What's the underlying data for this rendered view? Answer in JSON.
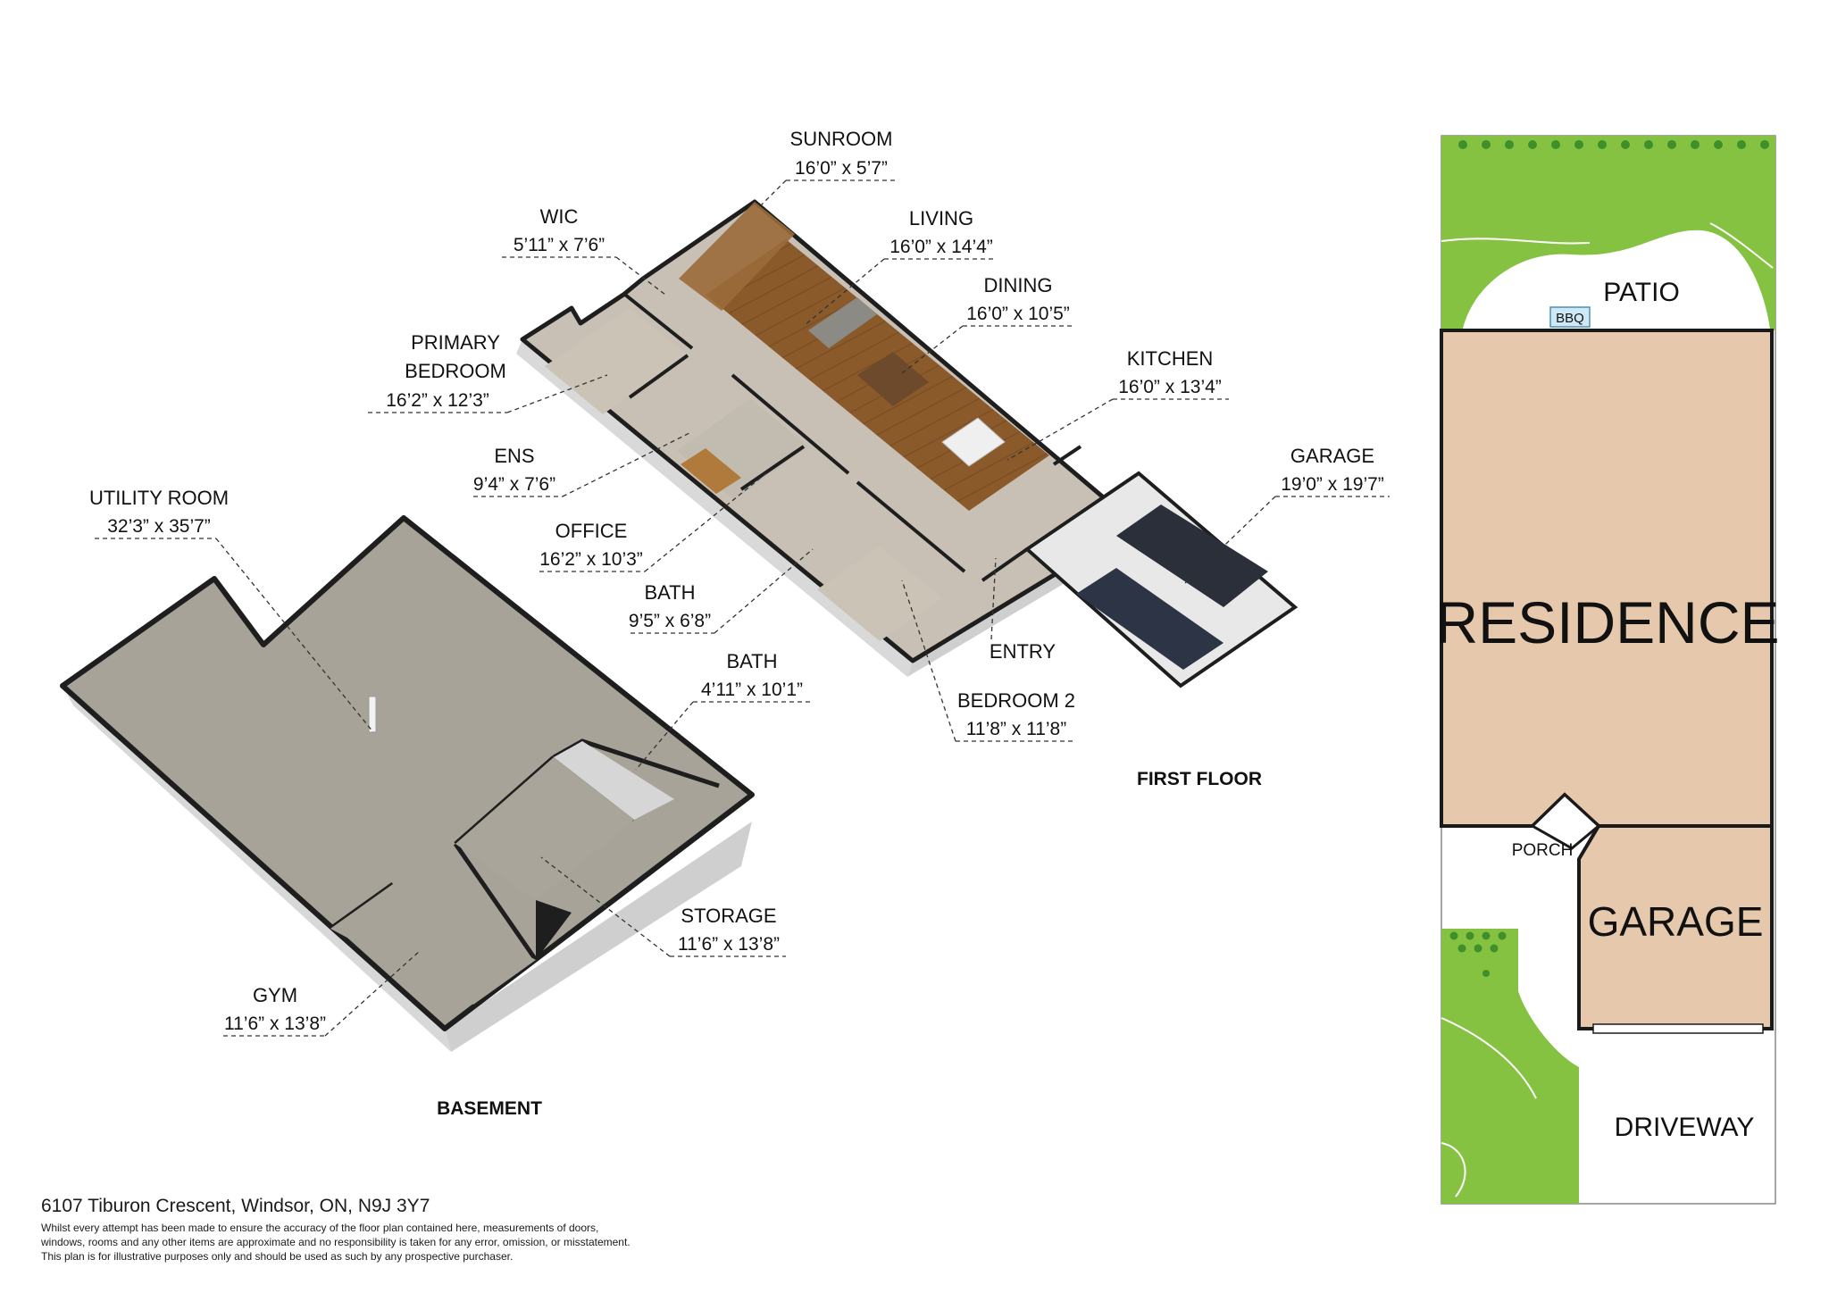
{
  "first_floor": {
    "title": "FIRST FLOOR",
    "rooms": [
      {
        "id": "sunroom",
        "name": "SUNROOM",
        "dims": "16’0” x 5’7”"
      },
      {
        "id": "wic",
        "name": "WIC",
        "dims": "5’11” x 7’6”"
      },
      {
        "id": "living",
        "name": "LIVING",
        "dims": "16’0” x 14’4”"
      },
      {
        "id": "dining",
        "name": "DINING",
        "dims": "16’0” x 10’5”"
      },
      {
        "id": "primary",
        "name_line1": "PRIMARY",
        "name_line2": "BEDROOM",
        "dims": "16’2” x 12’3”"
      },
      {
        "id": "kitchen",
        "name": "KITCHEN",
        "dims": "16’0” x 13’4”"
      },
      {
        "id": "ens",
        "name": "ENS",
        "dims": "9’4” x 7’6”"
      },
      {
        "id": "garage",
        "name": "GARAGE",
        "dims": "19’0” x 19’7”"
      },
      {
        "id": "office",
        "name": "OFFICE",
        "dims": "16’2” x 10’3”"
      },
      {
        "id": "bath1",
        "name": "BATH",
        "dims": "9’5” x 6’8”"
      },
      {
        "id": "entry",
        "name": "ENTRY"
      },
      {
        "id": "bedroom2",
        "name": "BEDROOM 2",
        "dims": "11’8” x 11’8”"
      }
    ]
  },
  "basement": {
    "title": "BASEMENT",
    "rooms": [
      {
        "id": "utility",
        "name": "UTILITY ROOM",
        "dims": "32’3” x 35’7”"
      },
      {
        "id": "bath2",
        "name": "BATH",
        "dims": "4’11” x 10’1”"
      },
      {
        "id": "storage",
        "name": "STORAGE",
        "dims": "11’6” x 13’8”"
      },
      {
        "id": "gym",
        "name": "GYM",
        "dims": "11’6” x 13’8”"
      }
    ]
  },
  "site_plan": {
    "patio": "PATIO",
    "bbq": "BBQ",
    "residence": "RESIDENCE",
    "porch": "PORCH",
    "garage": "GARAGE",
    "driveway": "DRIVEWAY"
  },
  "footer": {
    "address": "6107 Tiburon Crescent, Windsor, ON, N9J 3Y7",
    "disclaimer_line1": "Whilst every attempt has been made to ensure the accuracy of the floor plan contained here, measurements of doors,",
    "disclaimer_line2": "windows, rooms and any other items are approximate and no responsibility is taken for any error, omission, or misstatement.",
    "disclaimer_line3": "This plan is for illustrative purposes only and should be used as such by any prospective purchaser."
  },
  "colors": {
    "wood_floor": "#8a5a2b",
    "carpet": "#bdb6aa",
    "concrete": "#a8a398",
    "wall_dark": "#1e1e1e",
    "lawn": "#86c242",
    "residence_fill": "#e6c9ac",
    "outline": "#1a1a1a"
  }
}
